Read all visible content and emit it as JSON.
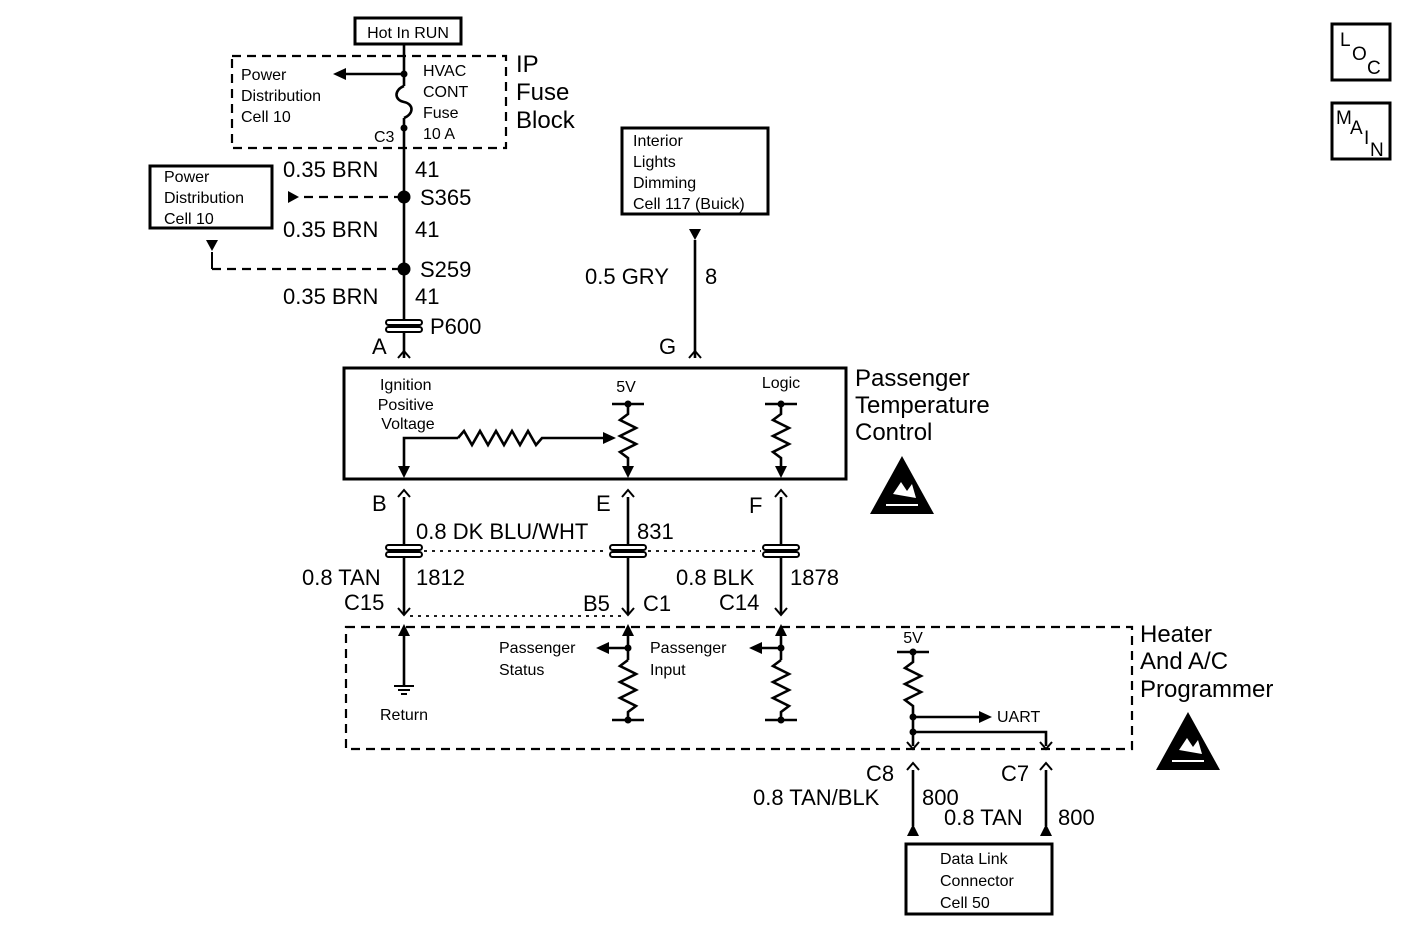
{
  "labels": {
    "hot_in_run": "Hot In RUN",
    "ip_fuse_block": [
      "IP",
      "Fuse",
      "Block"
    ],
    "pd_cell_top": [
      "Power",
      "Distribution",
      "Cell 10"
    ],
    "hvac_fuse": [
      "HVAC",
      "CONT",
      "Fuse",
      "10 A"
    ],
    "c3": "C3",
    "pd_cell_left": [
      "Power",
      "Distribution",
      "Cell 10"
    ],
    "interior_lights": [
      "Interior",
      "Lights",
      "Dimming",
      "Cell 117 (Buick)"
    ],
    "ptc_name": [
      "Passenger",
      "Temperature",
      "Control"
    ],
    "ignition": [
      "Ignition",
      "Positive",
      "Voltage"
    ],
    "v5_ptc": "5V",
    "logic": "Logic",
    "hac_name": [
      "Heater",
      "And A/C",
      "Programmer"
    ],
    "pass_status": [
      "Passenger",
      "Status"
    ],
    "pass_input": [
      "Passenger",
      "Input"
    ],
    "return": "Return",
    "v5_hac": "5V",
    "uart": "UART",
    "dlc": [
      "Data Link",
      "Connector",
      "Cell 50"
    ],
    "loc": [
      "L",
      "O",
      "C"
    ],
    "main": [
      "M",
      "A",
      "I",
      "N"
    ]
  },
  "wires": {
    "w1_color": "0.35 BRN",
    "w1_circuit": "41",
    "w2_color": "0.35 BRN",
    "w2_circuit": "41",
    "w3_color": "0.35 BRN",
    "w3_circuit": "41",
    "gry_color": "0.5 GRY",
    "gry_circuit": "8",
    "blu_color": "0.8 DK BLU/WHT",
    "blu_circuit": "831",
    "tan_color": "0.8 TAN",
    "tan_circuit": "1812",
    "blk_color": "0.8 BLK",
    "blk_circuit": "1878",
    "tanblk_color": "0.8 TAN/BLK",
    "tanblk_circuit": "800",
    "tan2_color": "0.8 TAN",
    "tan2_circuit": "800"
  },
  "splices": {
    "s365": "S365",
    "s259": "S259",
    "p600": "P600"
  },
  "pins": {
    "a": "A",
    "g": "G",
    "b": "B",
    "e": "E",
    "f": "F",
    "c15": "C15",
    "b5": "B5",
    "c1": "C1",
    "c14": "C14",
    "c8": "C8",
    "c7": "C7"
  }
}
